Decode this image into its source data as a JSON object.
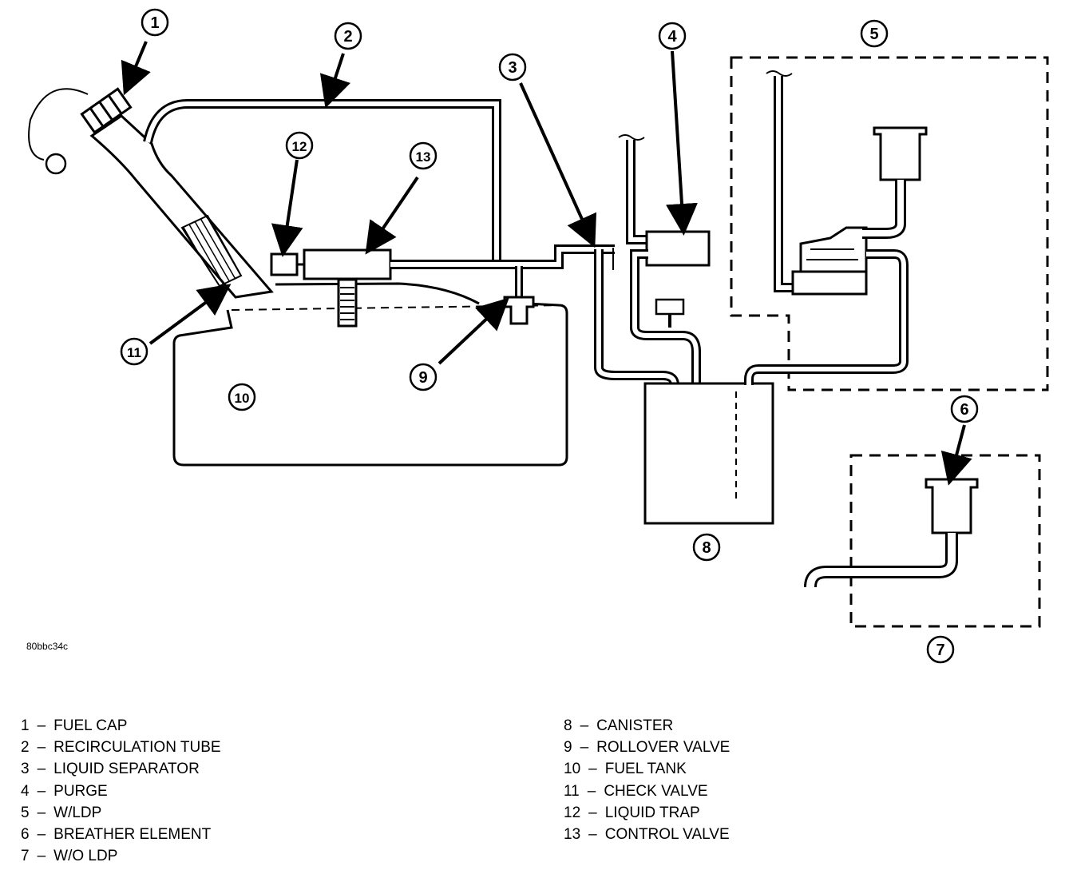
{
  "figure_id": "80bbc34c",
  "callouts": [
    "1",
    "2",
    "3",
    "4",
    "5",
    "6",
    "7",
    "8",
    "9",
    "10",
    "11",
    "12",
    "13"
  ],
  "legend": [
    {
      "num": "1",
      "label": "FUEL CAP"
    },
    {
      "num": "2",
      "label": "RECIRCULATION TUBE"
    },
    {
      "num": "3",
      "label": "LIQUID SEPARATOR"
    },
    {
      "num": "4",
      "label": "PURGE"
    },
    {
      "num": "5",
      "label": "W/LDP"
    },
    {
      "num": "6",
      "label": "BREATHER ELEMENT"
    },
    {
      "num": "7",
      "label": "W/O LDP"
    },
    {
      "num": "8",
      "label": "CANISTER"
    },
    {
      "num": "9",
      "label": "ROLLOVER VALVE"
    },
    {
      "num": "10",
      "label": "FUEL TANK"
    },
    {
      "num": "11",
      "label": "CHECK VALVE"
    },
    {
      "num": "12",
      "label": "LIQUID TRAP"
    },
    {
      "num": "13",
      "label": "CONTROL VALVE"
    }
  ],
  "legend_dash": "–"
}
